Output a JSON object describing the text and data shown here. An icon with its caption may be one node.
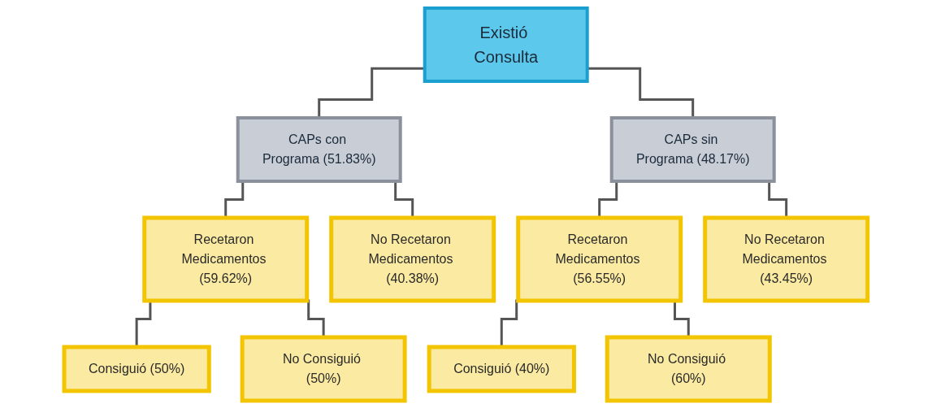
{
  "diagram": {
    "nodes": [
      {
        "text": [
          "Existió Consulta"
        ]
      },
      {
        "text": [
          "CAPs con Programa (51.83%)"
        ]
      },
      {
        "text": [
          "CAPs sin Programa (48.17%)"
        ]
      },
      {
        "text": [
          "Recetaron Medicamentos (59.62%)"
        ]
      },
      {
        "text": [
          "No Recetaron Medicamentos (40.38%)"
        ]
      },
      {
        "text": [
          "Recetaron Medicamentos (56.55%)"
        ]
      },
      {
        "text": [
          "No Recetaron Medicamentos (43.45%)"
        ]
      },
      {
        "text": [
          "Consiguió (50%)"
        ]
      },
      {
        "text": [
          "No Consiguió (50%)"
        ]
      },
      {
        "text": [
          "Consiguió (40%)"
        ]
      },
      {
        "text": [
          "No Consiguió (60%)"
        ]
      }
    ],
    "edges": [
      {
        "from": 0,
        "to": 1,
        "arrow": "none"
      },
      {
        "from": 0,
        "to": 2,
        "arrow": "none"
      },
      {
        "from": 1,
        "to": 3,
        "arrow": "none"
      },
      {
        "from": 1,
        "to": 4,
        "arrow": "none"
      },
      {
        "from": 2,
        "to": 5,
        "arrow": "none"
      },
      {
        "from": 2,
        "to": 6,
        "arrow": "none"
      },
      {
        "from": 3,
        "to": 7,
        "arrow": "none"
      },
      {
        "from": 3,
        "to": 8,
        "arrow": "none"
      },
      {
        "from": 5,
        "to": 9,
        "arrow": "none"
      },
      {
        "from": 5,
        "to": 10,
        "arrow": "none"
      }
    ]
  }
}
